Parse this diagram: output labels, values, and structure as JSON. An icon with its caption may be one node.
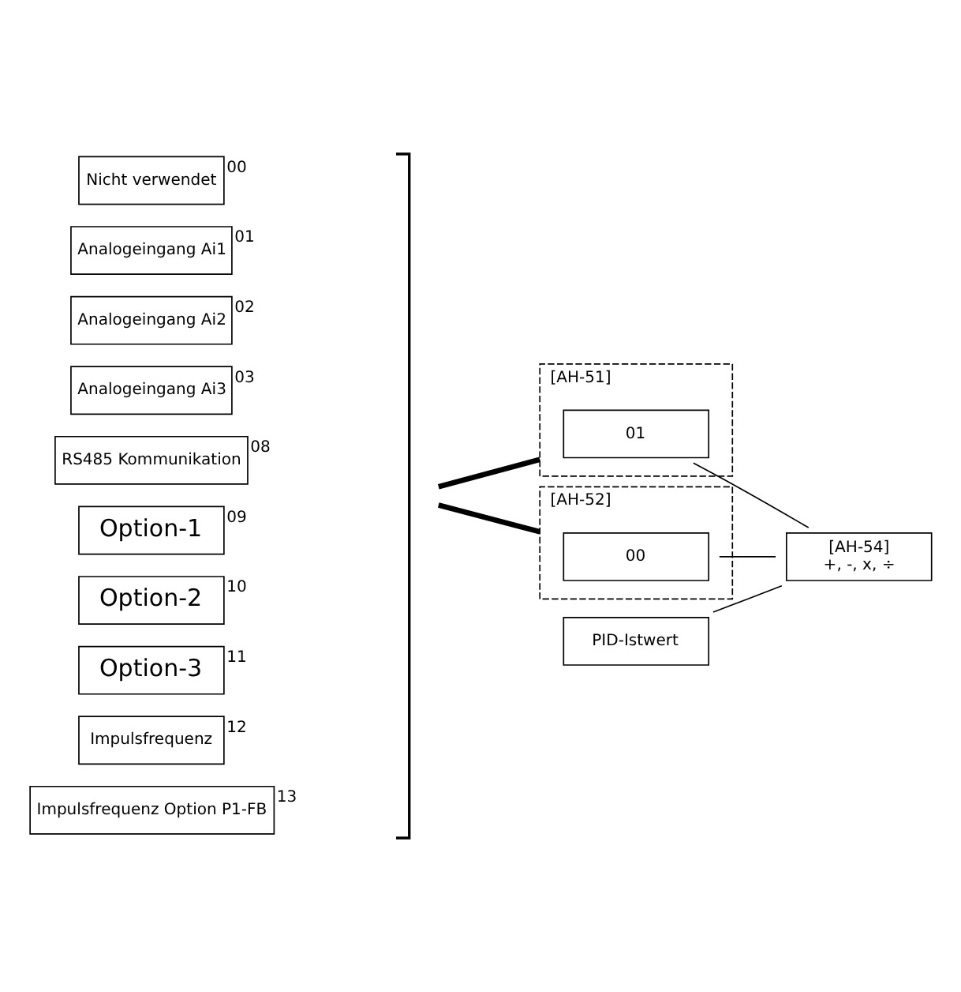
{
  "diagram": {
    "nodes": [
      {
        "text": [
          "Nicht verwendet"
        ],
        "beside": [
          "00"
        ]
      },
      {
        "text": [
          "Analogeingang Ai1"
        ],
        "beside": [
          "01"
        ]
      },
      {
        "text": [
          "Analogeingang Ai2"
        ],
        "beside": [
          "02"
        ]
      },
      {
        "text": [
          "Analogeingang Ai3"
        ],
        "beside": [
          "03"
        ]
      },
      {
        "text": [
          "RS485 Kommunikation"
        ],
        "beside": [
          "08"
        ]
      },
      {
        "text": [
          "Option-1"
        ],
        "beside": [
          "09"
        ]
      },
      {
        "text": [
          "Option-2"
        ],
        "beside": [
          "10"
        ]
      },
      {
        "text": [
          "Option-3"
        ],
        "beside": [
          "11"
        ]
      },
      {
        "text": [
          "Impulsfrequenz"
        ],
        "beside": [
          "12"
        ]
      },
      {
        "text": [
          "Impulsfrequenz Option P1-FB"
        ],
        "beside": [
          "13"
        ]
      },
      {
        "text": [],
        "shape": "bracket"
      },
      {
        "text": [
          "[AH-51]"
        ]
      },
      {
        "text": [
          "01"
        ],
        "in": 11
      },
      {
        "text": [
          "[AH-52]"
        ]
      },
      {
        "text": [
          "00"
        ],
        "in": 13
      },
      {
        "text": [
          "[AH-54]",
          "+, -, x, ÷"
        ]
      },
      {
        "text": [
          "PID-Istwert"
        ]
      }
    ],
    "edges": [
      {
        "from": 10,
        "to": 11,
        "arrow": "none",
        "style": "thick"
      },
      {
        "from": 10,
        "to": 13,
        "arrow": "none",
        "style": "thick"
      },
      {
        "from": 12,
        "to": 15,
        "arrow": "none"
      },
      {
        "from": 14,
        "to": 15,
        "arrow": "none"
      },
      {
        "from": 16,
        "to": 15,
        "arrow": "none"
      }
    ]
  }
}
